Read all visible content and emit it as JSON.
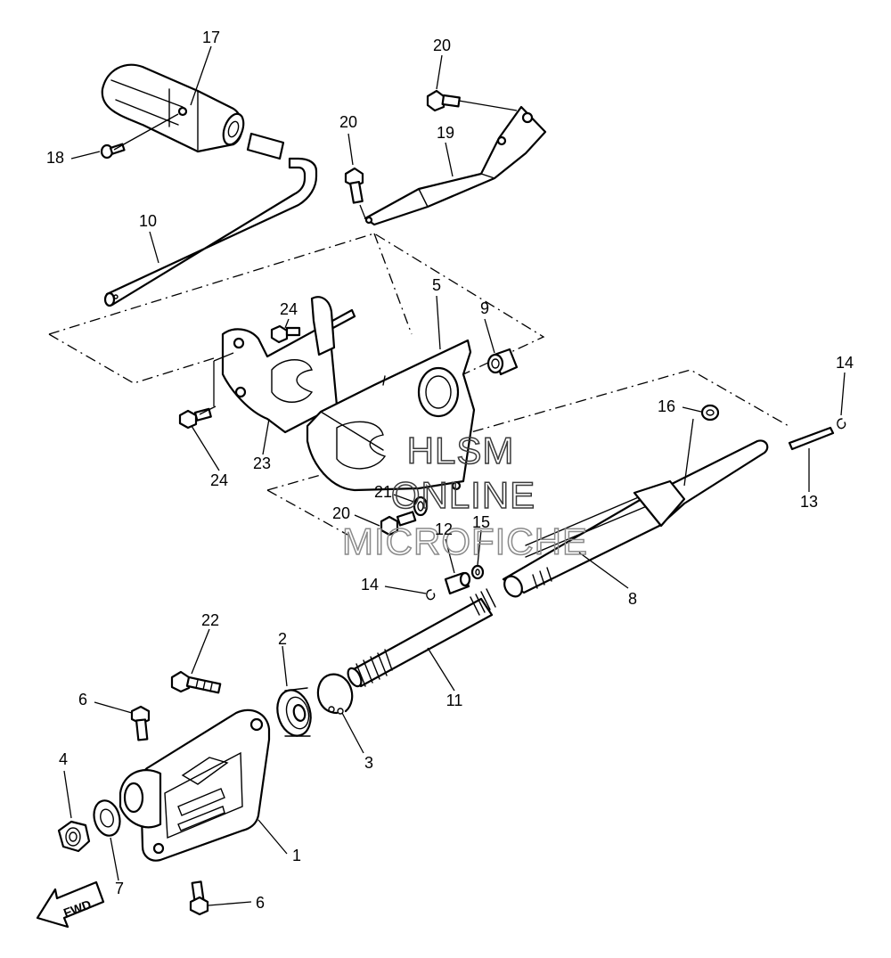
{
  "watermark": {
    "line1": "HLSM",
    "line2": "ONLINE",
    "line3": "MICROFICHE"
  },
  "direction_label": "FWD",
  "callouts": [
    {
      "id": "c17",
      "label": "17"
    },
    {
      "id": "c18",
      "label": "18"
    },
    {
      "id": "c10",
      "label": "10"
    },
    {
      "id": "c20a",
      "label": "20"
    },
    {
      "id": "c19",
      "label": "19"
    },
    {
      "id": "c20b",
      "label": "20"
    },
    {
      "id": "c24a",
      "label": "24"
    },
    {
      "id": "c5",
      "label": "5"
    },
    {
      "id": "c9",
      "label": "9"
    },
    {
      "id": "c24b",
      "label": "24"
    },
    {
      "id": "c23",
      "label": "23"
    },
    {
      "id": "c14a",
      "label": "14"
    },
    {
      "id": "c16",
      "label": "16"
    },
    {
      "id": "c13",
      "label": "13"
    },
    {
      "id": "c21",
      "label": "21"
    },
    {
      "id": "c20c",
      "label": "20"
    },
    {
      "id": "c12",
      "label": "12"
    },
    {
      "id": "c15",
      "label": "15"
    },
    {
      "id": "c14b",
      "label": "14"
    },
    {
      "id": "c8",
      "label": "8"
    },
    {
      "id": "c22",
      "label": "22"
    },
    {
      "id": "c2",
      "label": "2"
    },
    {
      "id": "c11",
      "label": "11"
    },
    {
      "id": "c3",
      "label": "3"
    },
    {
      "id": "c6a",
      "label": "6"
    },
    {
      "id": "c4",
      "label": "4"
    },
    {
      "id": "c1",
      "label": "1"
    },
    {
      "id": "c7",
      "label": "7"
    },
    {
      "id": "c6b",
      "label": "6"
    }
  ]
}
